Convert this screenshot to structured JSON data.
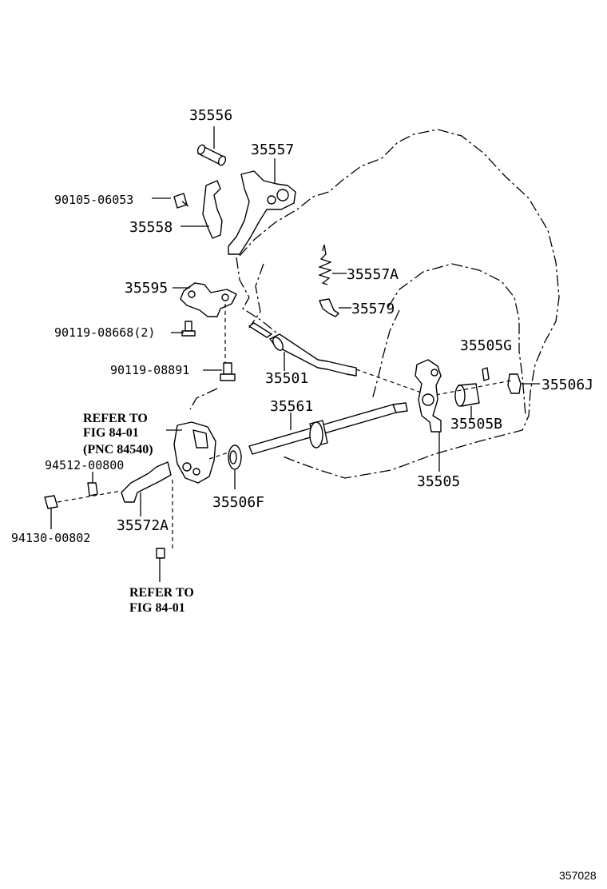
{
  "diagram": {
    "parts": {
      "p35556": "35556",
      "p35557": "35557",
      "p90105": "90105-06053",
      "p35558": "35558",
      "p35557A": "35557A",
      "p35579": "35579",
      "p35595": "35595",
      "p90119_08668": "90119-08668(2)",
      "p90119_08891": "90119-08891",
      "p35501": "35501",
      "p35505G": "35505G",
      "p35506J": "35506J",
      "p35561": "35561",
      "p35505B": "35505B",
      "p35506F": "35506F",
      "p35505": "35505",
      "p94512": "94512-00800",
      "p35572A": "35572A",
      "p94130": "94130-00802"
    },
    "refer1": {
      "line1": "REFER TO",
      "line2": "FIG 84-01",
      "line3": "(PNC 84540)"
    },
    "refer2": {
      "line1": "REFER TO",
      "line2": "FIG 84-01"
    },
    "diagram_code": "357028"
  }
}
